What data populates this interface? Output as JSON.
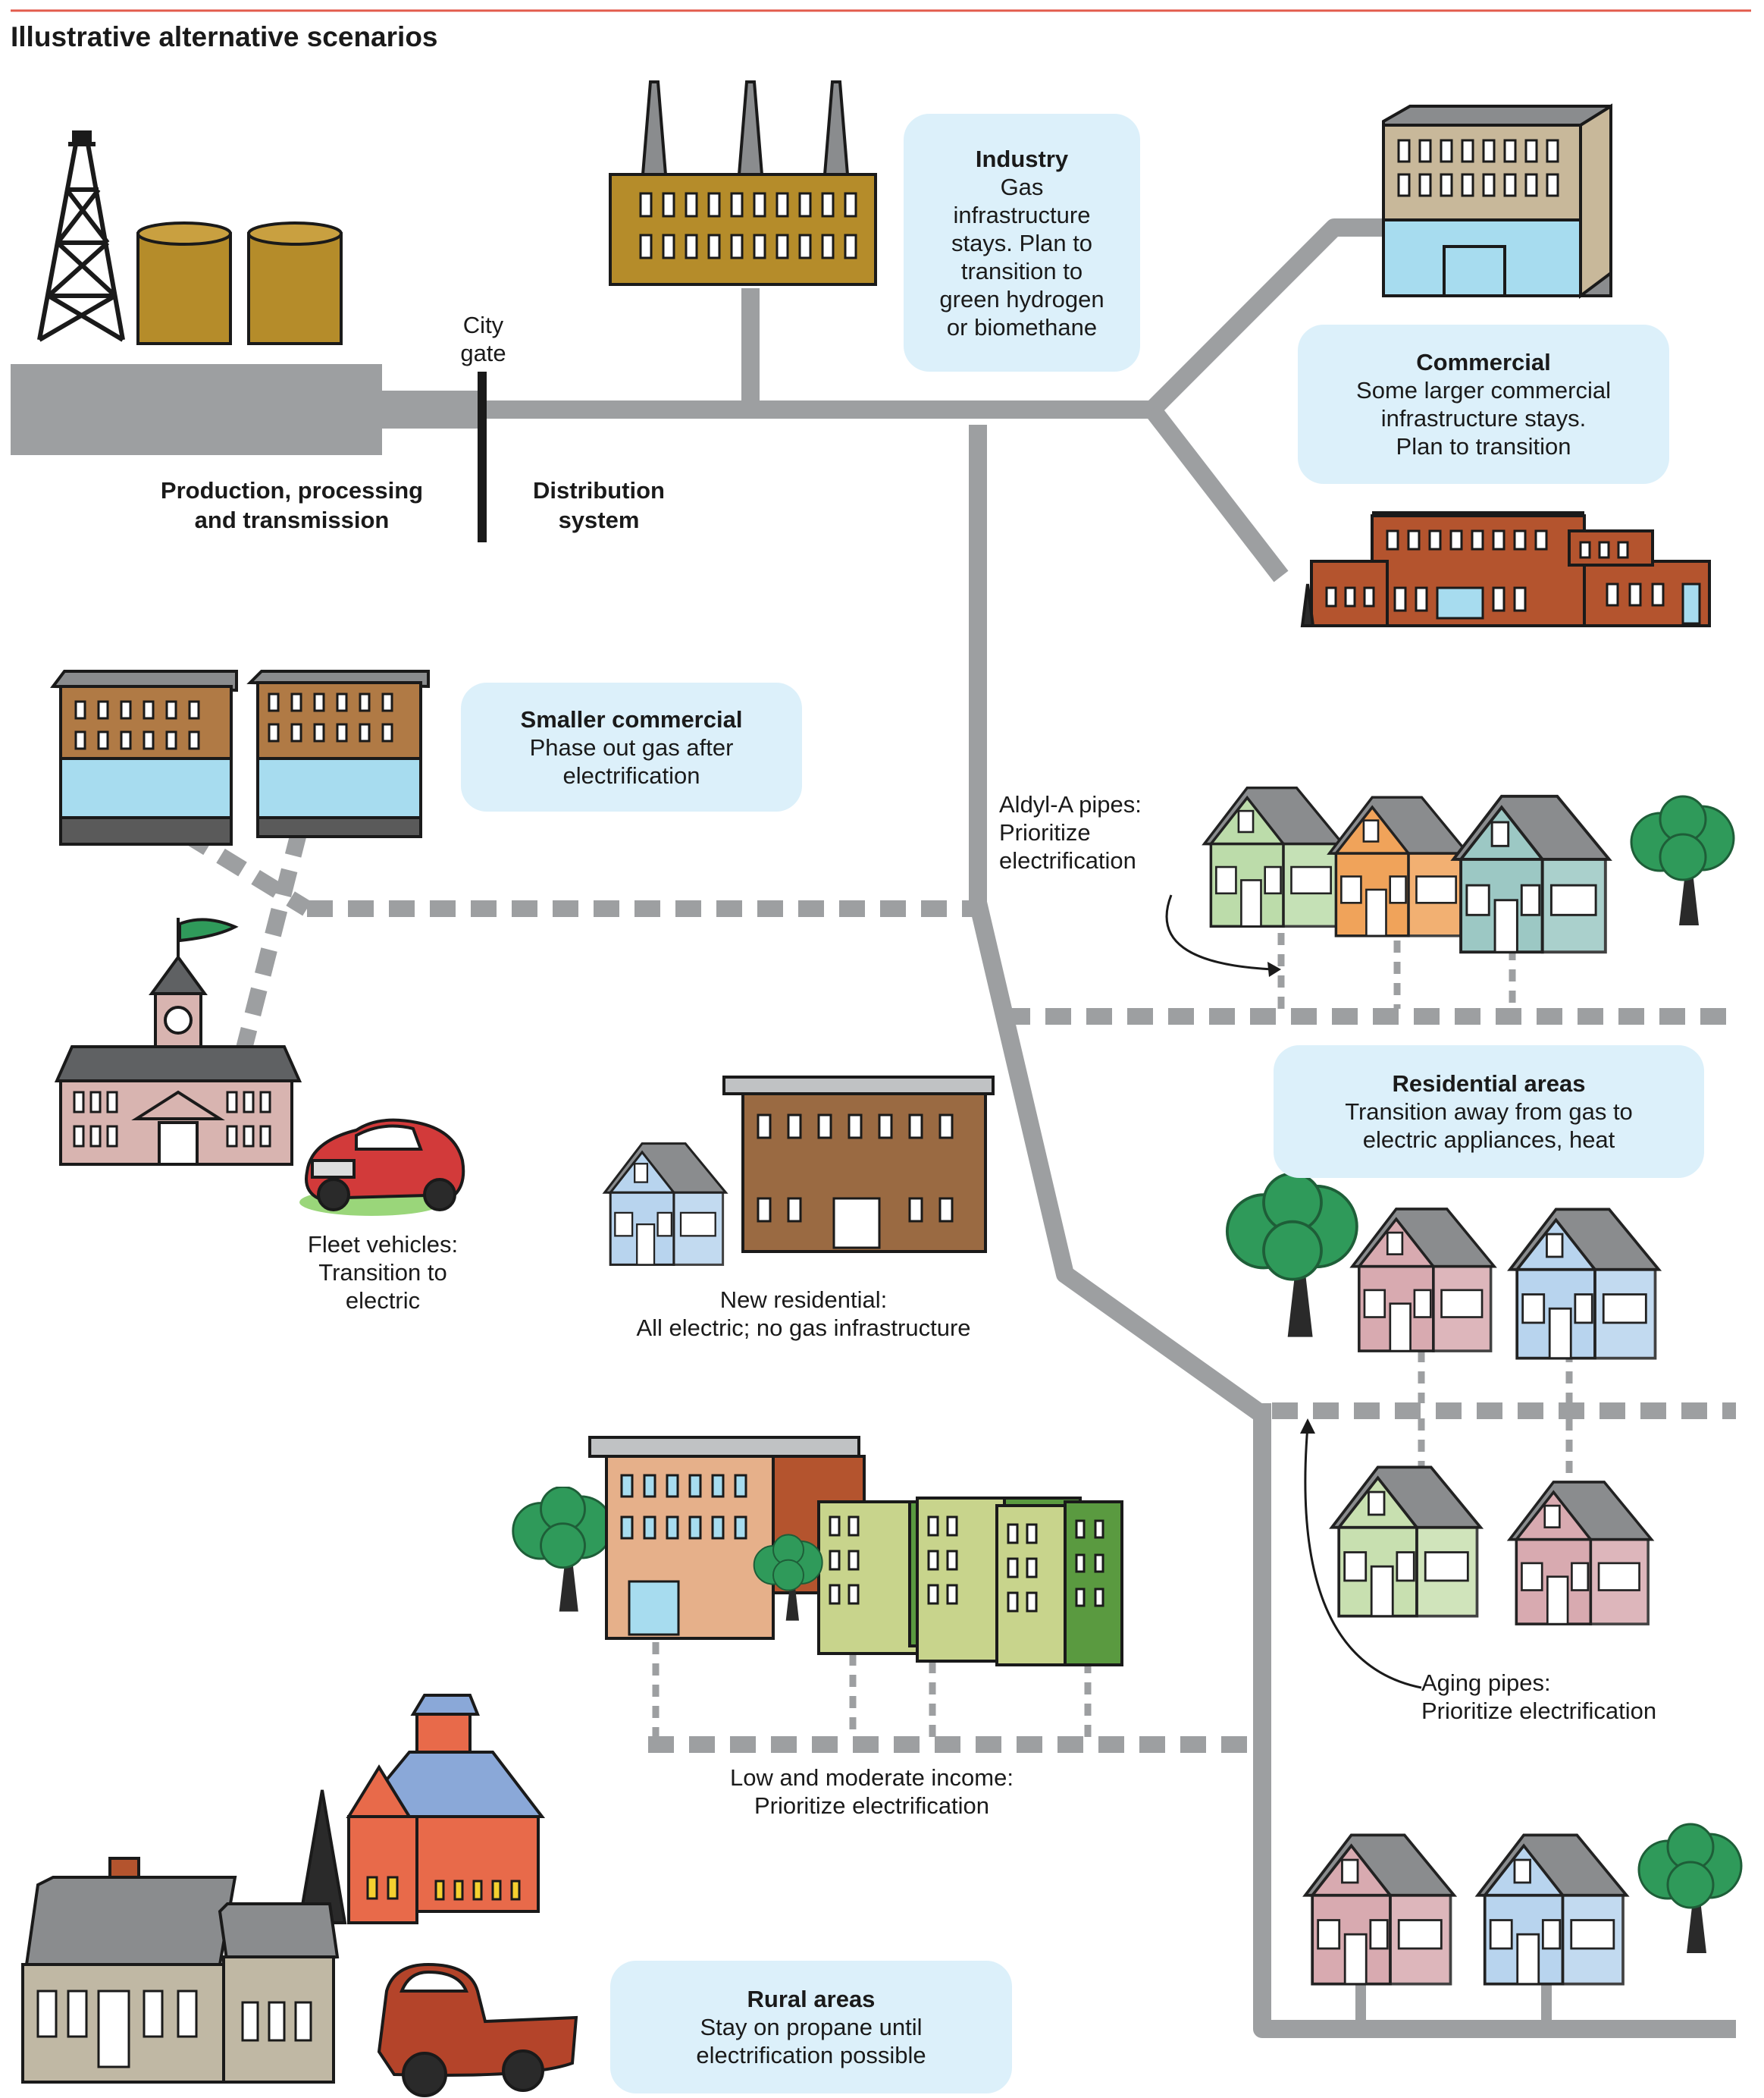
{
  "header": {
    "title": "Illustrative alternative scenarios"
  },
  "labels": {
    "city_gate": [
      "City",
      "gate"
    ],
    "production": [
      "Production, processing",
      "and transmission"
    ],
    "distribution": [
      "Distribution",
      "system"
    ],
    "aldyl": [
      "Aldyl-A pipes:",
      "Prioritize",
      "electrification"
    ],
    "fleet": [
      "Fleet vehicles:",
      "Transition to",
      "electric"
    ],
    "new_residential": [
      "New residential:",
      "All electric; no gas infrastructure"
    ],
    "aging": [
      "Aging pipes:",
      "Prioritize electrification"
    ],
    "low_income": [
      "Low and moderate income:",
      "Prioritize electrification"
    ]
  },
  "boxes": {
    "industry": {
      "title": "Industry",
      "lines": [
        "Gas",
        "infrastructure",
        "stays. Plan to",
        "transition to",
        "green hydrogen",
        "or biomethane"
      ]
    },
    "commercial": {
      "title": "Commercial",
      "lines": [
        "Some larger commercial",
        "infrastructure stays.",
        "Plan to transition"
      ]
    },
    "smaller_commercial": {
      "title": "Smaller commercial",
      "lines": [
        "Phase out gas after",
        "electrification"
      ]
    },
    "residential": {
      "title": "Residential areas",
      "lines": [
        "Transition away from gas to",
        "electric appliances, heat"
      ]
    },
    "rural": {
      "title": "Rural areas",
      "lines": [
        "Stay on propane until",
        "electrification possible"
      ]
    }
  },
  "colors": {
    "pipe": "#9d9fa1",
    "box_bg": "#dcf0fa",
    "rule": "#e25b4c",
    "tank": "#b58c2a",
    "brick": "#b4542e",
    "tree": "#2f9a5a"
  }
}
